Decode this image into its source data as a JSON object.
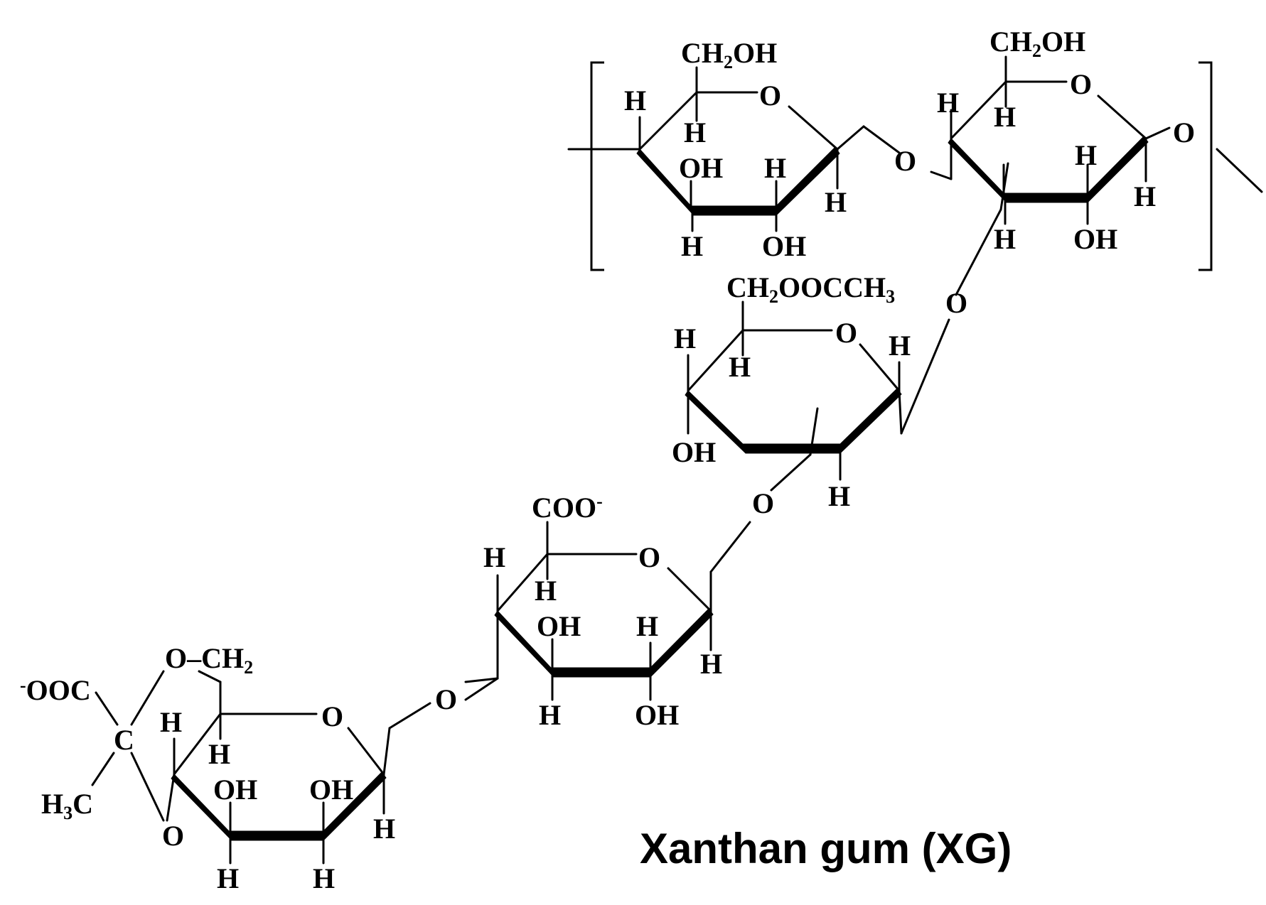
{
  "title": "Xanthan gum (XG)",
  "labels": {
    "H": "H",
    "O": "O",
    "OH": "OH",
    "C": "C",
    "ch2oh_main": "CH",
    "ch2oh_sub": "2",
    "ch2oh_tail": "OH",
    "acetyl_main": "CH",
    "acetyl_sub": "2",
    "acetyl_tail": "OOCCH",
    "acetyl_sub2": "3",
    "carboxylate": "COO",
    "carboxylate_sup": "-",
    "pyruvate_left_sup": "-",
    "pyruvate_tail": "OOC",
    "o_ch2_prefix": "O",
    "o_ch2_dash": "–",
    "o_ch2_main": "CH",
    "o_ch2_sub": "2",
    "h3c_main": "H",
    "h3c_sub": "3",
    "h3c_tail": "C"
  }
}
